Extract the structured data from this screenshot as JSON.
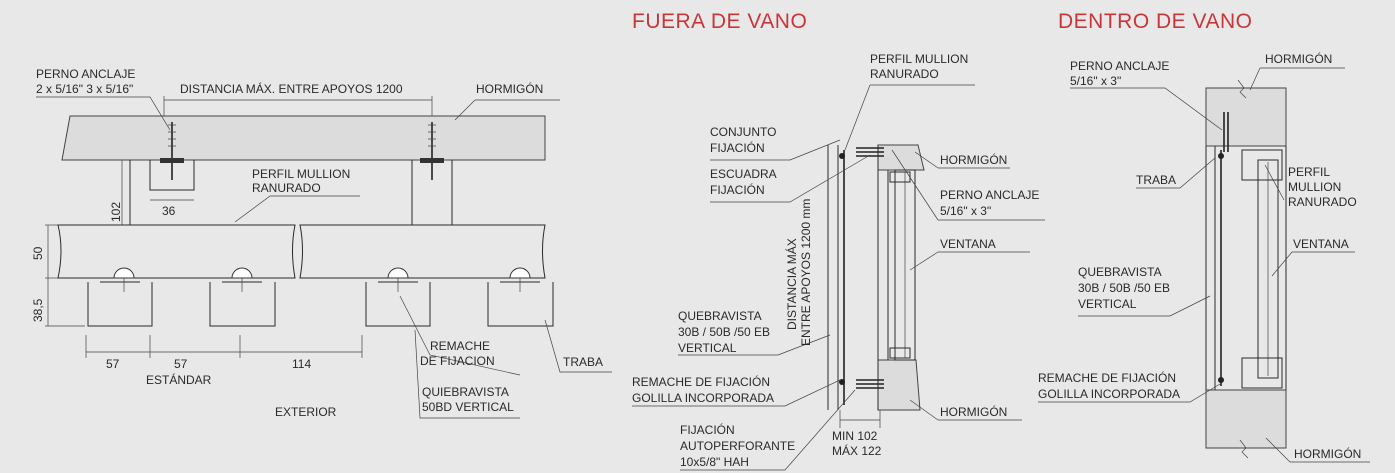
{
  "titles": {
    "outside": "FUERA DE VANO",
    "inside": "DENTRO DE VANO"
  },
  "left": {
    "perno_l1": "PERNO ANCLAJE",
    "perno_l2": "2 x 5/16\" 3 x 5/16\"",
    "distancia": "DISTANCIA MÁX. ENTRE APOYOS 1200",
    "hormigon": "HORMIGÓN",
    "perfil_l1": "PERFIL MULLION",
    "perfil_l2": "RANURADO",
    "dim_102": "102",
    "dim_36": "36",
    "dim_50": "50",
    "dim_385": "38,5",
    "dim_57a": "57",
    "dim_57b": "57",
    "dim_114": "114",
    "estandar": "ESTÁNDAR",
    "remache_l1": "REMACHE",
    "remache_l2": "DE FIJACION",
    "traba": "TRABA",
    "quiebra_l1": "QUIEBRAVISTA",
    "quiebra_l2": "50BD VERTICAL",
    "exterior": "EXTERIOR"
  },
  "middle": {
    "perfil_l1": "PERFIL MULLION",
    "perfil_l2": "RANURADO",
    "conjunto_l1": "CONJUNTO",
    "conjunto_l2": "FIJACIÓN",
    "escuadra_l1": "ESCUADRA",
    "escuadra_l2": "FIJACIÓN",
    "hormigon_top": "HORMIGÓN",
    "perno_l1": "PERNO ANCLAJE",
    "perno_l2": "5/16\" x 3\"",
    "dist_l1": "DISTANCIA MÁX",
    "dist_l2": "ENTRE APOYOS 1200 mm",
    "ventana": "VENTANA",
    "quebra_l1": "QUEBRAVISTA",
    "quebra_l2": "30B / 50B /50 EB",
    "quebra_l3": "VERTICAL",
    "remache_l1": "REMACHE DE FIJACIÓN",
    "remache_l2": "GOLILLA INCORPORADA",
    "hormigon_bot": "HORMIGÓN",
    "fij_l1": "FIJACIÓN",
    "fij_l2": "AUTOPERFORANTE",
    "fij_l3": "10x5/8\" HAH",
    "min": "MIN 102",
    "max": "MÁX 122"
  },
  "right": {
    "perno_l1": "PERNO ANCLAJE",
    "perno_l2": "5/16\" x 3\"",
    "hormigon_top": "HORMIGÓN",
    "traba": "TRABA",
    "perfil_l1": "PERFIL",
    "perfil_l2": "MULLION",
    "perfil_l3": "RANURADO",
    "ventana": "VENTANA",
    "quebra_l1": "QUEBRAVISTA",
    "quebra_l2": "30B / 50B /50 EB",
    "quebra_l3": "VERTICAL",
    "remache_l1": "REMACHE DE FIJACIÓN",
    "remache_l2": "GOLILLA INCORPORADA",
    "hormigon_bot": "HORMIGÓN"
  },
  "colors": {
    "background": "#e8e8e8",
    "title": "#c8363a",
    "line": "#2a2a2a"
  }
}
